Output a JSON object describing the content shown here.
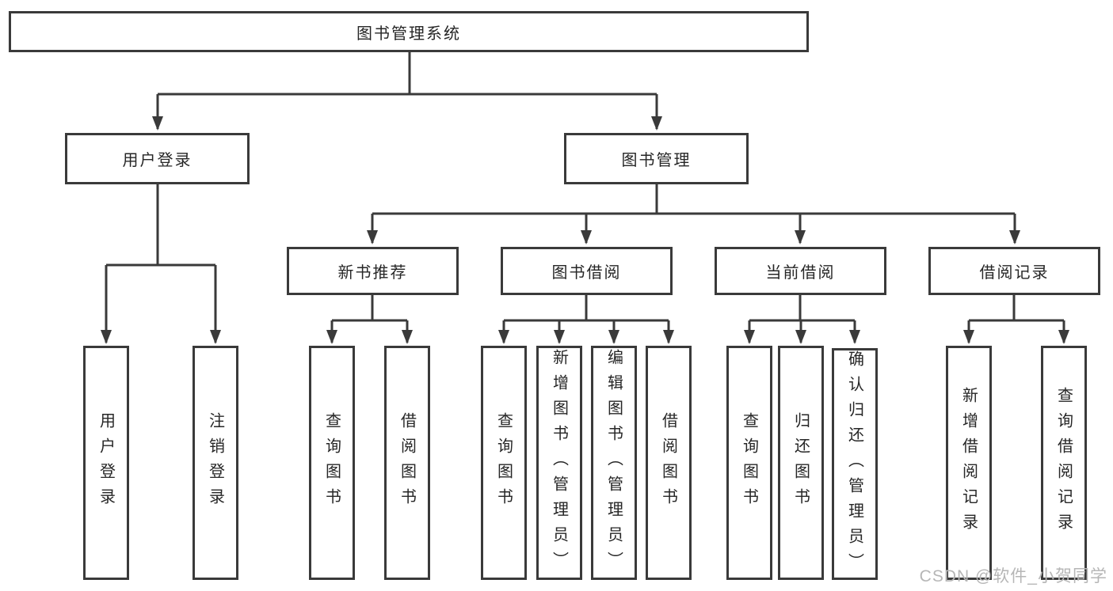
{
  "diagram": {
    "root": {
      "label": "图书管理系统"
    },
    "user_login": {
      "label": "用户登录",
      "children": [
        {
          "label": "用户登录"
        },
        {
          "label": "注销登录"
        }
      ]
    },
    "book_mgmt": {
      "label": "图书管理",
      "sections": [
        {
          "label": "新书推荐",
          "children": [
            {
              "label": "查询图书"
            },
            {
              "label": "借阅图书"
            }
          ]
        },
        {
          "label": "图书借阅",
          "children": [
            {
              "label": "查询图书"
            },
            {
              "label": "新增图书（管理员）"
            },
            {
              "label": "编辑图书（管理员）"
            },
            {
              "label": "借阅图书"
            }
          ]
        },
        {
          "label": "当前借阅",
          "children": [
            {
              "label": "查询图书"
            },
            {
              "label": "归还图书"
            },
            {
              "label": "确认归还（管理员）"
            }
          ]
        },
        {
          "label": "借阅记录",
          "children": [
            {
              "label": "新增借阅记录"
            },
            {
              "label": "查询借阅记录"
            }
          ]
        }
      ]
    }
  },
  "watermark": {
    "text": "CSDN @软件_小贺同学"
  },
  "colors": {
    "line": "#3a3a3a",
    "text": "#262626",
    "watermark": "#b6b6b6"
  }
}
